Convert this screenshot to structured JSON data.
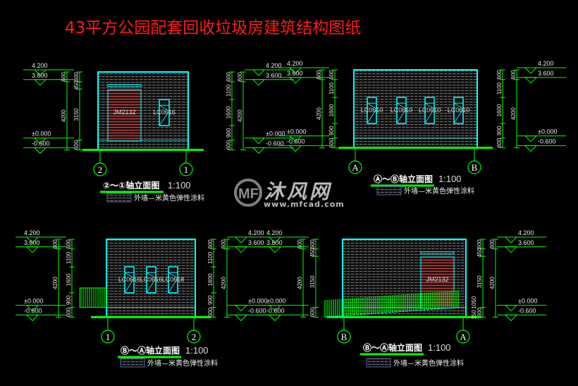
{
  "title": "43平方公园配套回收垃圾房建筑结构图纸",
  "watermark": {
    "name": "沐风网",
    "url": "www.mfcad.com"
  },
  "colors": {
    "title": "#ff1a1a",
    "line": "#00ff00",
    "outline": "#00ffff",
    "door": "#c04040",
    "wall": "#808080"
  },
  "panels": [
    {
      "axes_label": "②～①",
      "title_suffix": "轴立面图",
      "scale": "1:100",
      "legend": "外墙—米黄色弹性涂料",
      "levels": [
        "4.200",
        "3.600",
        "±0.000",
        "-0.600"
      ],
      "dims_left_outer": [
        "600",
        "4200"
      ],
      "dims_left_inner": [
        "600",
        "450",
        "3150",
        "600"
      ],
      "dims_right_inner": [
        "600",
        "1100",
        "1600",
        "900",
        "600"
      ],
      "dims_right_outer": [
        "600",
        "4200"
      ],
      "axes": [
        "2",
        "1"
      ],
      "windows": [
        "LC0616"
      ],
      "door": "JM2132"
    },
    {
      "axes_label": "Ⓐ～Ⓑ",
      "title_suffix": "轴立面图",
      "scale": "1:100",
      "legend": "外墙—米黄色弹性涂料",
      "levels": [
        "4.200",
        "3.600",
        "±0.000",
        "-0.600"
      ],
      "dims_left_outer": [
        "600",
        "4200"
      ],
      "dims_left_inner": [
        "600",
        "1100",
        "1600",
        "900",
        "600"
      ],
      "dims_right_inner": [
        "600",
        "1100",
        "1600",
        "900",
        "600"
      ],
      "dims_right_outer": [
        "600",
        "4200"
      ],
      "axes": [
        "A",
        "B"
      ],
      "windows": [
        "LC0610",
        "LC0610",
        "LC0610",
        "LC0610"
      ],
      "door": null
    },
    {
      "axes_label": "Ⓑ～Ⓐ",
      "title_suffix": "轴立面图",
      "scale": "1:100",
      "legend": "外墙—米黄色弹性涂料",
      "levels": [
        "4.200",
        "3.600",
        "±0.000",
        "-0.600"
      ],
      "dims_left_outer": [
        "600",
        "4200"
      ],
      "dims_left_inner": [
        "600",
        "1100",
        "1600",
        "900",
        "600"
      ],
      "dims_right_inner": [
        "600",
        "1100",
        "1600",
        "900",
        "600"
      ],
      "dims_right_outer": [
        "600",
        "4200"
      ],
      "axes": [
        "1",
        "2"
      ],
      "windows": [
        "LC0616",
        "LC0616",
        "LC0618"
      ],
      "door": null
    },
    {
      "axes_label": "Ⓑ～Ⓐ",
      "title_suffix": "轴立面图",
      "scale": "1:100",
      "legend": "外墙—米黄色弹性涂料",
      "levels": [
        "4.200",
        "3.600",
        "±0.000",
        "-0.600"
      ],
      "dims_left_outer": [
        "600",
        "4200"
      ],
      "dims_left_inner": [
        "600",
        "450",
        "3150",
        "600"
      ],
      "dims_right_inner": [
        "600",
        "450",
        "3150",
        "600"
      ],
      "dims_right_outer": [
        "600",
        "4200"
      ],
      "ramp_dims": [
        "1050",
        "150"
      ],
      "axes": [
        "B",
        "A"
      ],
      "windows": [],
      "door": "JM2132"
    }
  ]
}
